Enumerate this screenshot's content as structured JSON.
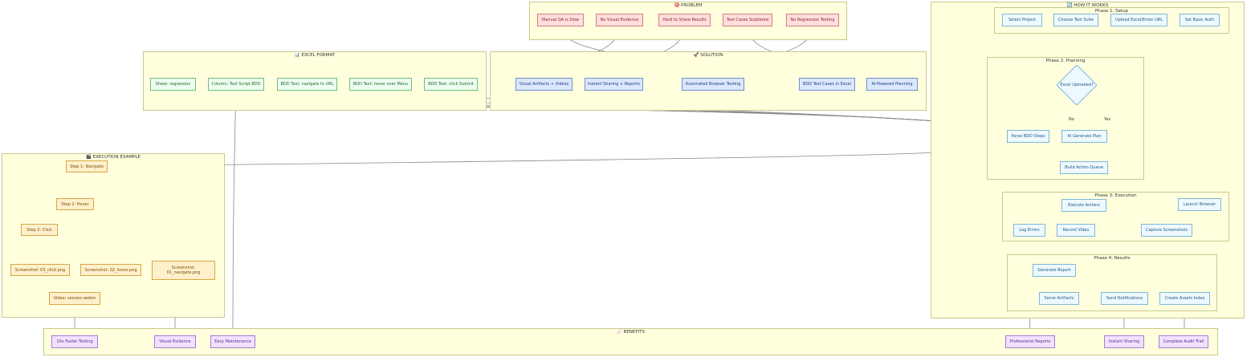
{
  "clusters": {
    "problem": "🎯 PROBLEM",
    "how": "🔄 HOW IT WORKS",
    "setup": "Phase 1: Setup",
    "planning": "Phase 2: Planning",
    "execution": "Phase 3: Execution",
    "results": "Phase 4: Results",
    "excel": "📊 EXCEL FORMAT",
    "solution": "🚀 SOLUTION",
    "exec_example": "🎬 EXECUTION EXAMPLE",
    "benefits": "📈 BENEFITS"
  },
  "problem": [
    "Manual QA is Slow",
    "No Visual Evidence",
    "Hard to Share Results",
    "Test Cases Scattered",
    "No Regression Testing"
  ],
  "solution": [
    "Visual Artifacts + Videos",
    "Instant Sharing + Reports",
    "Automated Browser Testing",
    "BDD Test Cases in Excel",
    "AI-Powered Planning"
  ],
  "excel": [
    "Sheet: regression",
    "Column: Test Script BDD",
    "BDD Text: navigate to URL",
    "BDD Text: hover over Menu",
    "BDD Text: click Submit"
  ],
  "exec_example": {
    "step1": "Step 1: Navigate",
    "step2": "Step 2: Hover",
    "step3": "Step 3: Click",
    "shot3": "Screenshot: 03_click.png",
    "shot2": "Screenshot: 02_hover.png",
    "shot1": "Screenshot: 01_navigate.png",
    "video": "Video: session.webm"
  },
  "setup": [
    "Select Project",
    "Choose Test Suite",
    "Upload Excel/Enter URL",
    "Set Basic Auth"
  ],
  "planning": {
    "decision": "Excel Uploaded?",
    "no_label": "No",
    "yes_label": "Yes",
    "parse": "Parse BDD Steps",
    "ai": "AI Generate Plan",
    "queue": "Build Action Queue"
  },
  "execution": {
    "execute": "Execute Actions",
    "launch": "Launch Browser",
    "log": "Log Errors",
    "record": "Record Video",
    "capture": "Capture Screenshots"
  },
  "results": {
    "report": "Generate Report",
    "serve": "Serve Artifacts",
    "notify": "Send Notifications",
    "index": "Create Assets Index"
  },
  "benefits": [
    "10x Faster Testing",
    "Visual Evidence",
    "Easy Maintenance",
    "Professional Reports",
    "Instant Sharing",
    "Complete Audit Trail"
  ]
}
